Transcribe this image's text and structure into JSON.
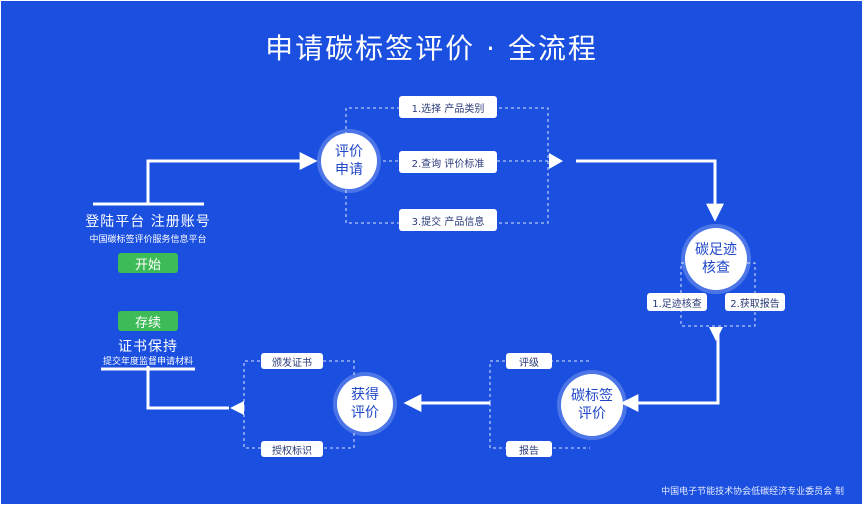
{
  "title": "申请碳标签评价 · 全流程",
  "start": {
    "heading": "登陆平台  注册账号",
    "sub": "中国碳标签评价服务信息平台",
    "button": "开始"
  },
  "apply_node": [
    "评价",
    "申请"
  ],
  "apply_steps": [
    "1.选择  产品类别",
    "2.查询  评价标准",
    "3.提交  产品信息"
  ],
  "verify_node": [
    "碳足迹",
    "核查"
  ],
  "verify_steps": [
    "1.足迹核查",
    "2.获取报告"
  ],
  "carbon_node": [
    "碳标签",
    "评价"
  ],
  "carbon_steps": [
    "评级",
    "报告"
  ],
  "obtain_node": [
    "获得",
    "评价"
  ],
  "obtain_steps": [
    "颁发证书",
    "授权标识"
  ],
  "maintain": {
    "button": "存续",
    "heading": "证书保持",
    "sub": "提交年度监督申请材料"
  },
  "footer": "中国电子节能技术协会低碳经济专业委员会  制",
  "colors": {
    "background": "#1a4fe0",
    "node_text": "#1f47c9",
    "start_green": "#3dbb56"
  }
}
